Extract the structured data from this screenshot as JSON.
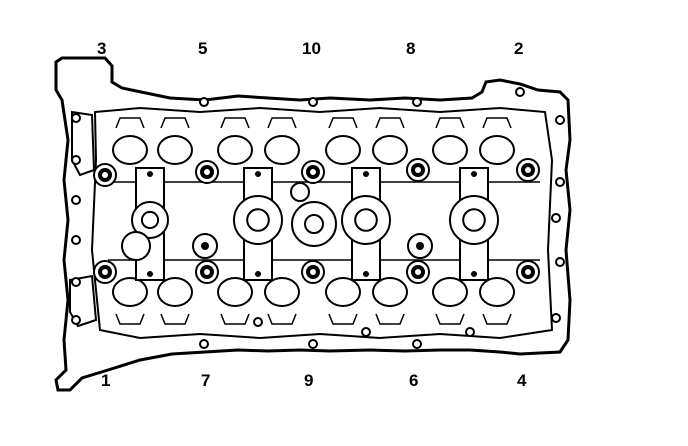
{
  "figure": {
    "subject": "cylinder-head-bolt-tightening-sequence",
    "labels_top": [
      "3",
      "5",
      "10",
      "8",
      "2"
    ],
    "labels_bottom": [
      "1",
      "7",
      "9",
      "6",
      "4"
    ],
    "bolt_count": 10,
    "ink_color": "#000000",
    "paper_color": "#ffffff"
  }
}
